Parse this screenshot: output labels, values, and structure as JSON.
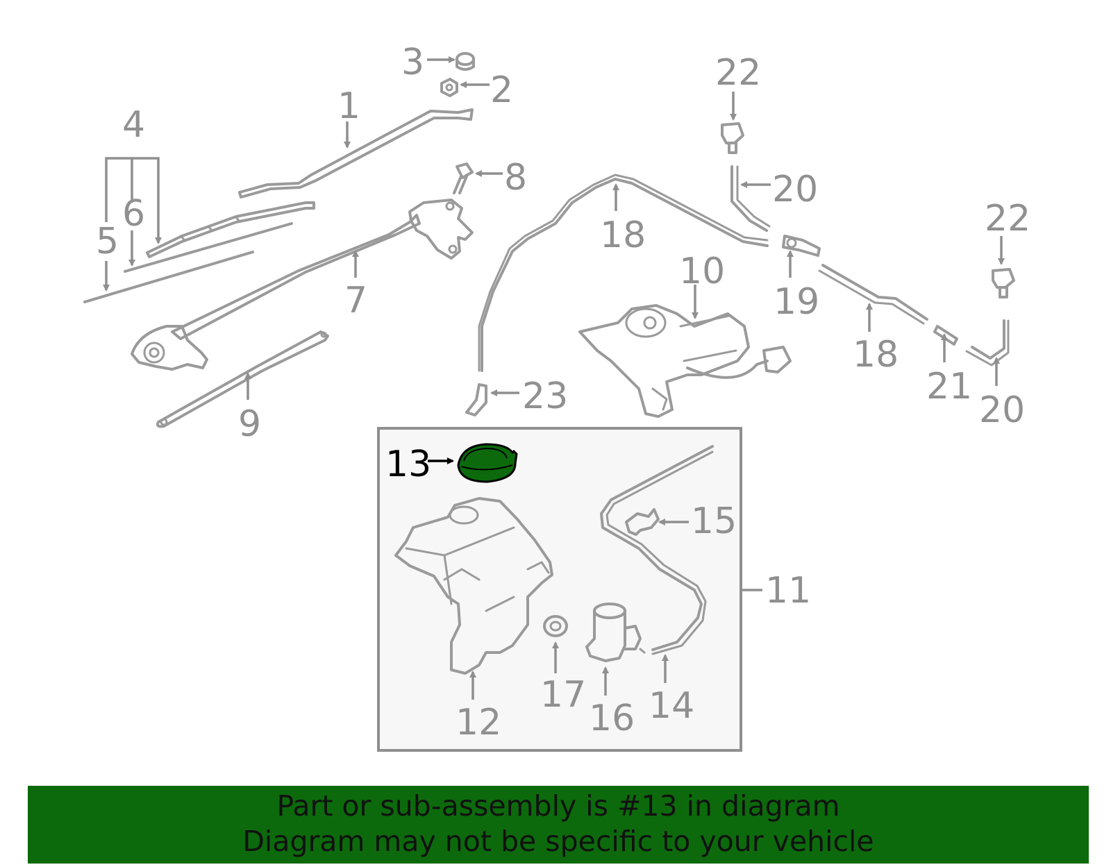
{
  "diagram": {
    "labels": [
      "1",
      "2",
      "3",
      "4",
      "5",
      "6",
      "7",
      "8",
      "9",
      "10",
      "11",
      "12",
      "13",
      "14",
      "15",
      "16",
      "17",
      "18",
      "18",
      "19",
      "20",
      "20",
      "21",
      "22",
      "22",
      "23"
    ],
    "highlighted_part": "13",
    "highlight_color": "#0c6a0c",
    "parts_color": "#9a9a9a"
  },
  "banner": {
    "line1": "Part or sub-assembly is #13 in diagram",
    "line2": "Diagram may not be specific to your vehicle",
    "background": "#0c6a0c"
  }
}
